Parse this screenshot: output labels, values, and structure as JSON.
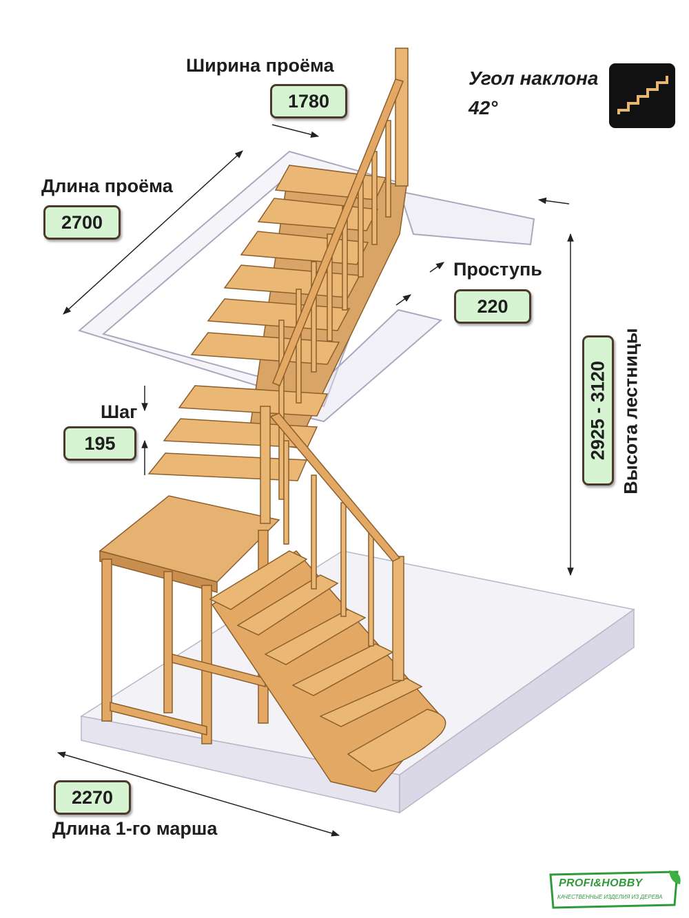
{
  "labels": {
    "opening_width_title": "Ширина проёма",
    "opening_width_value": "1780",
    "opening_length_title": "Длина проёма",
    "opening_length_value": "2700",
    "tread_title": "Проступь",
    "tread_value": "220",
    "step_title": "Шаг",
    "step_value": "195",
    "height_value": "2925 - 3120",
    "height_title": "Высота лестницы",
    "first_flight_value": "2270",
    "first_flight_title": "Длина 1-го марша",
    "angle_title": "Угол наклона",
    "angle_value": "42°"
  },
  "icons": {
    "angle_icon": "stairs-icon",
    "brand_leaf": "leaf-icon"
  },
  "brand": {
    "name": "PROFI&HOBBY",
    "tagline": "КАЧЕСТВЕННЫЕ ИЗДЕЛИЯ ИЗ ДЕРЕВА"
  },
  "colors": {
    "wood": "#e9b572",
    "wood_dark": "#b9834a",
    "label_fill": "#d6f3d2",
    "label_border": "#4b3a2b",
    "brand_green": "#2f9a3a"
  }
}
